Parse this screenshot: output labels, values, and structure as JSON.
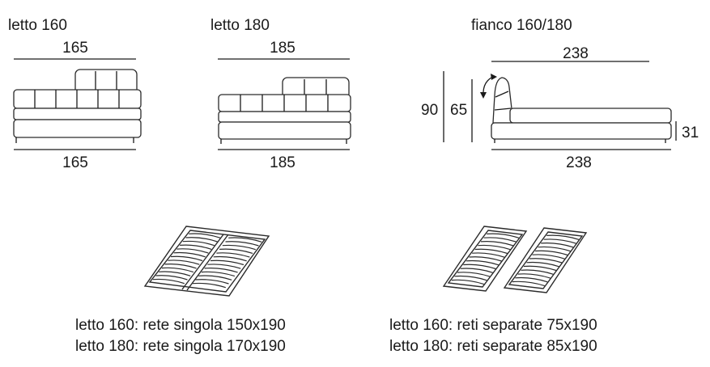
{
  "views": {
    "bed160": {
      "title": "letto 160",
      "dim_top": "165",
      "dim_bottom": "165"
    },
    "bed180": {
      "title": "letto 180",
      "dim_top": "185",
      "dim_bottom": "185"
    },
    "side": {
      "title": "fianco 160/180",
      "dim_top": "238",
      "dim_bottom": "238",
      "height_total": "90",
      "height_head": "65",
      "height_base": "31"
    }
  },
  "slats": {
    "single": {
      "line1": "letto 160: rete singola 150x190",
      "line2": "letto 180: rete singola 170x190"
    },
    "separate": {
      "line1": "letto 160: reti separate 75x190",
      "line2": "letto 180: reti separate 85x190"
    }
  },
  "icons": {
    "rotate": "rotate-arrow-icon"
  }
}
